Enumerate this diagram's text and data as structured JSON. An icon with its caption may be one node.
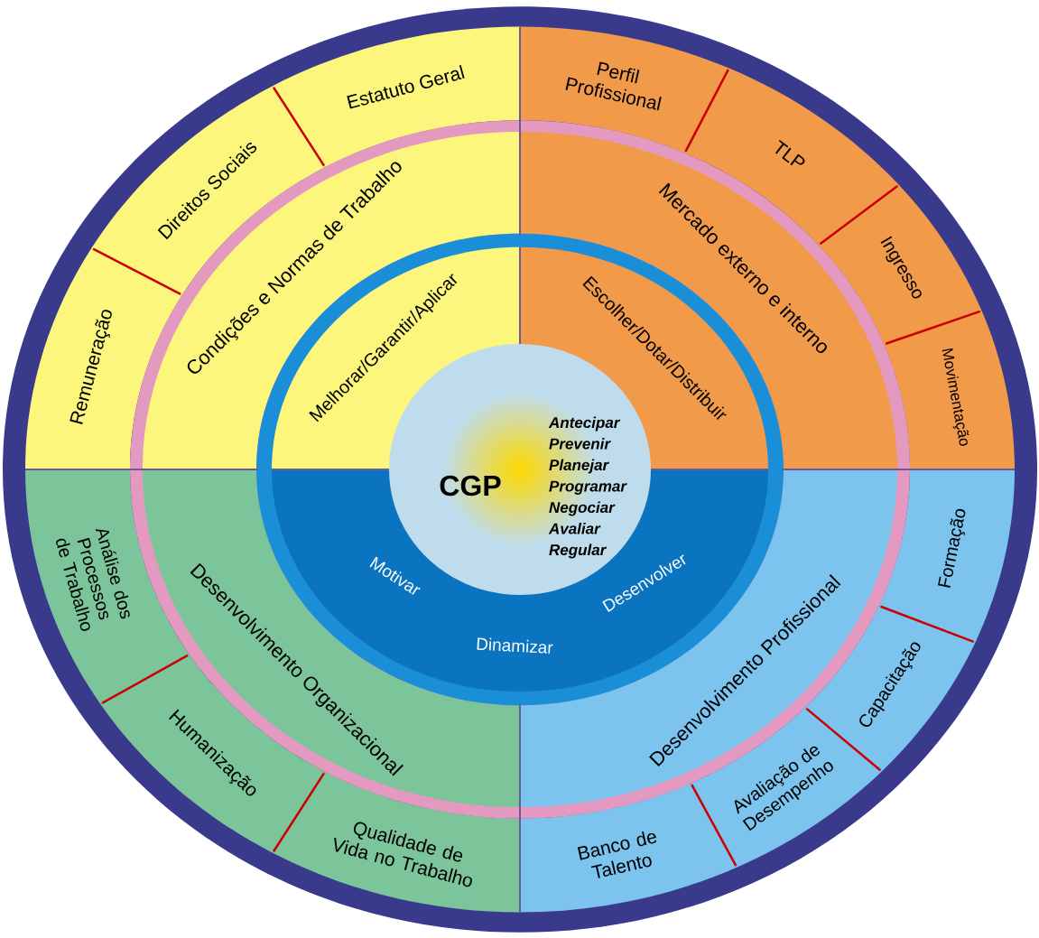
{
  "diagram": {
    "nodes": [
      {
        "text": [
          "Estatuto Geral"
        ]
      },
      {
        "text": [
          "Perfil Profissional"
        ]
      },
      {
        "text": [
          "Direitos Sociais"
        ]
      },
      {
        "text": [
          "TLP"
        ]
      },
      {
        "text": [
          "Condições e Normas de Trabalho"
        ]
      },
      {
        "text": [
          "Mercado externo e interno"
        ]
      },
      {
        "text": [
          "Ingresso"
        ]
      },
      {
        "text": [
          "Remuneração"
        ]
      },
      {
        "text": [
          "Melhorar/Garantir/Aplicar"
        ]
      },
      {
        "text": [
          "Escolher/Dotar/Distribuir"
        ]
      },
      {
        "text": [
          "Movimentação"
        ]
      },
      {
        "text": [
          "CGP",
          "Antecipar Prevenir Planejar Programar Negociar Avaliar Regular"
        ]
      },
      {
        "text": [
          "Análise dos Processos de Trabalho"
        ]
      },
      {
        "text": [
          "Formação"
        ]
      },
      {
        "text": [
          "Desenvolvimento Organizacional"
        ]
      },
      {
        "text": [
          "Desenvolvimento Profissional"
        ]
      },
      {
        "text": [
          "Motivar",
          "Dinamizar",
          "Desenvolver"
        ]
      },
      {
        "text": [
          "Capacitação"
        ]
      },
      {
        "text": [
          "Humanização"
        ]
      },
      {
        "text": [
          "Avaliação de Desempenho"
        ]
      },
      {
        "text": [
          "Qualidade de Vida no Trabalho"
        ]
      },
      {
        "text": [
          "Banco de Talento"
        ]
      }
    ]
  }
}
